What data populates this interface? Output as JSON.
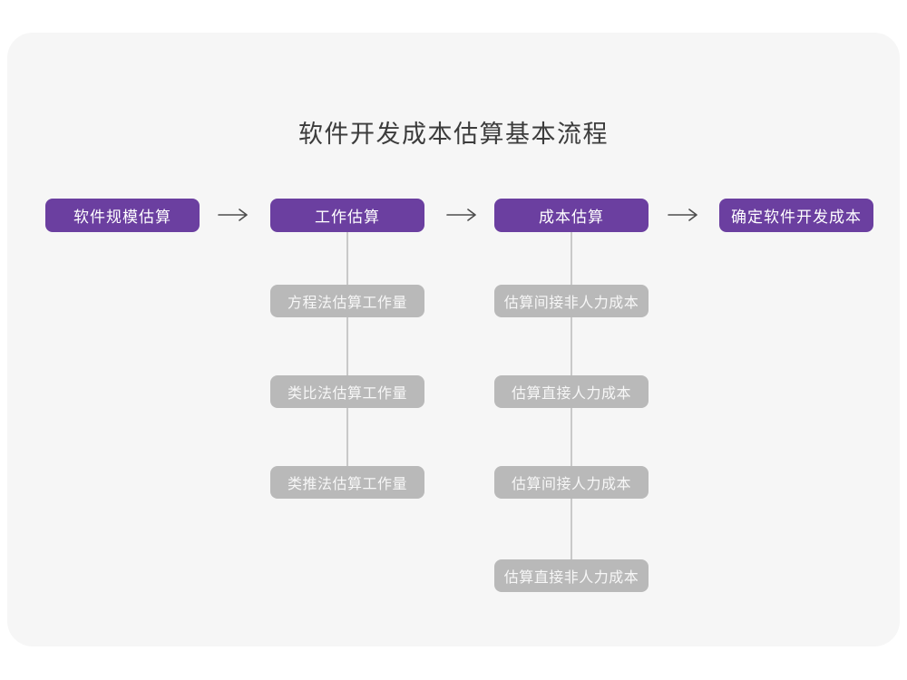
{
  "title": "软件开发成本估算基本流程",
  "colors": {
    "page_bg": "#ffffff",
    "card_bg": "#f6f6f6",
    "primary": "#6b3fa0",
    "sub_box_bg": "#b9b9b9",
    "sub_box_text": "#f7f7f7",
    "connector": "#c9c9c9",
    "arrow": "#4d4d4d",
    "title_color": "#3c3c3c"
  },
  "flow": {
    "main_steps": [
      {
        "label": "软件规模估算"
      },
      {
        "label": "工作估算"
      },
      {
        "label": "成本估算"
      },
      {
        "label": "确定软件开发成本"
      }
    ],
    "work_estimation_methods": [
      "方程法估算工作量",
      "类比法估算工作量",
      "类推法估算工作量"
    ],
    "cost_estimation_items": [
      "估算间接非人力成本",
      "估算直接人力成本",
      "估算间接人力成本",
      "估算直接非人力成本"
    ]
  }
}
